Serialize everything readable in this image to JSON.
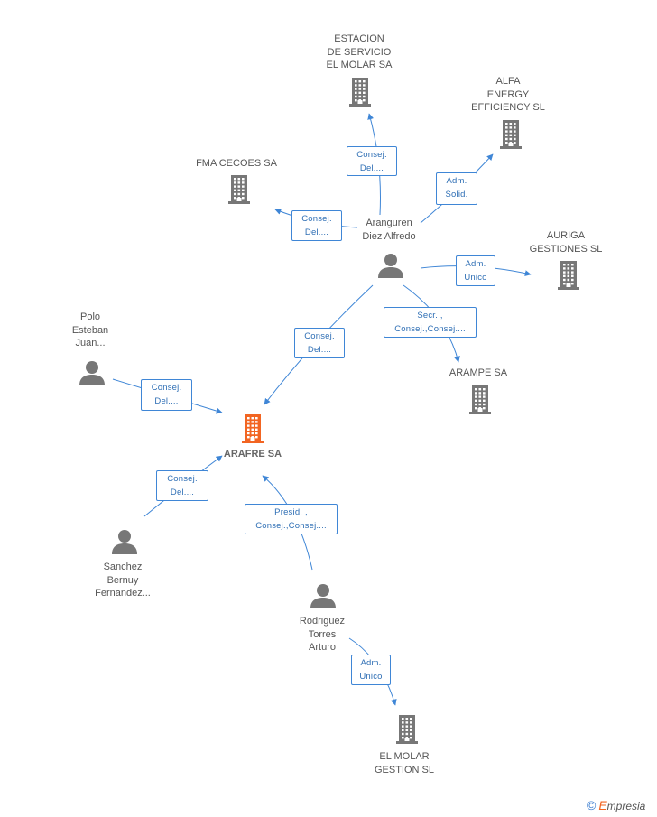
{
  "nodes": [
    {
      "id": "arafre",
      "label": "ARAFRE SA",
      "kind": "company",
      "focus": true
    },
    {
      "id": "estacion",
      "label": "ESTACION\nDE SERVICIO\nEL MOLAR SA",
      "kind": "company"
    },
    {
      "id": "alfa",
      "label": "ALFA\nENERGY\nEFFICIENCY  SL",
      "kind": "company"
    },
    {
      "id": "fma",
      "label": "FMA CECOES SA",
      "kind": "company"
    },
    {
      "id": "auriga",
      "label": "AURIGA\nGESTIONES  SL",
      "kind": "company"
    },
    {
      "id": "arampe",
      "label": "ARAMPE SA",
      "kind": "company"
    },
    {
      "id": "elmolar",
      "label": "EL MOLAR\nGESTION SL",
      "kind": "company"
    },
    {
      "id": "aranguren",
      "label": "Aranguren\nDiez Alfredo",
      "kind": "person"
    },
    {
      "id": "polo",
      "label": "Polo\nEsteban\nJuan...",
      "kind": "person"
    },
    {
      "id": "sanchez",
      "label": "Sanchez\nBernuy\nFernandez...",
      "kind": "person"
    },
    {
      "id": "rodriguez",
      "label": "Rodriguez\nTorres\nArturo",
      "kind": "person"
    }
  ],
  "relations": [
    {
      "from": "aranguren",
      "to": "estacion",
      "label": "Consej.\nDel...."
    },
    {
      "from": "aranguren",
      "to": "alfa",
      "label": "Adm.\nSolid."
    },
    {
      "from": "aranguren",
      "to": "fma",
      "label": "Consej.\nDel...."
    },
    {
      "from": "aranguren",
      "to": "auriga",
      "label": "Adm.\nUnico"
    },
    {
      "from": "aranguren",
      "to": "arampe",
      "label": "Secr. ,\nConsej.,Consej...."
    },
    {
      "from": "aranguren",
      "to": "arafre",
      "label": "Consej.\nDel...."
    },
    {
      "from": "polo",
      "to": "arafre",
      "label": "Consej.\nDel...."
    },
    {
      "from": "sanchez",
      "to": "arafre",
      "label": "Consej.\nDel...."
    },
    {
      "from": "rodriguez",
      "to": "arafre",
      "label": "Presid. ,\nConsej.,Consej...."
    },
    {
      "from": "rodriguez",
      "to": "elmolar",
      "label": "Adm.\nUnico"
    }
  ],
  "footer": {
    "copyright": "©",
    "brand_initial": "E",
    "brand_rest": "mpresia"
  },
  "colors": {
    "edge": "#3f86d6",
    "company": "#777777",
    "focus_company": "#f26522",
    "person": "#777777"
  }
}
